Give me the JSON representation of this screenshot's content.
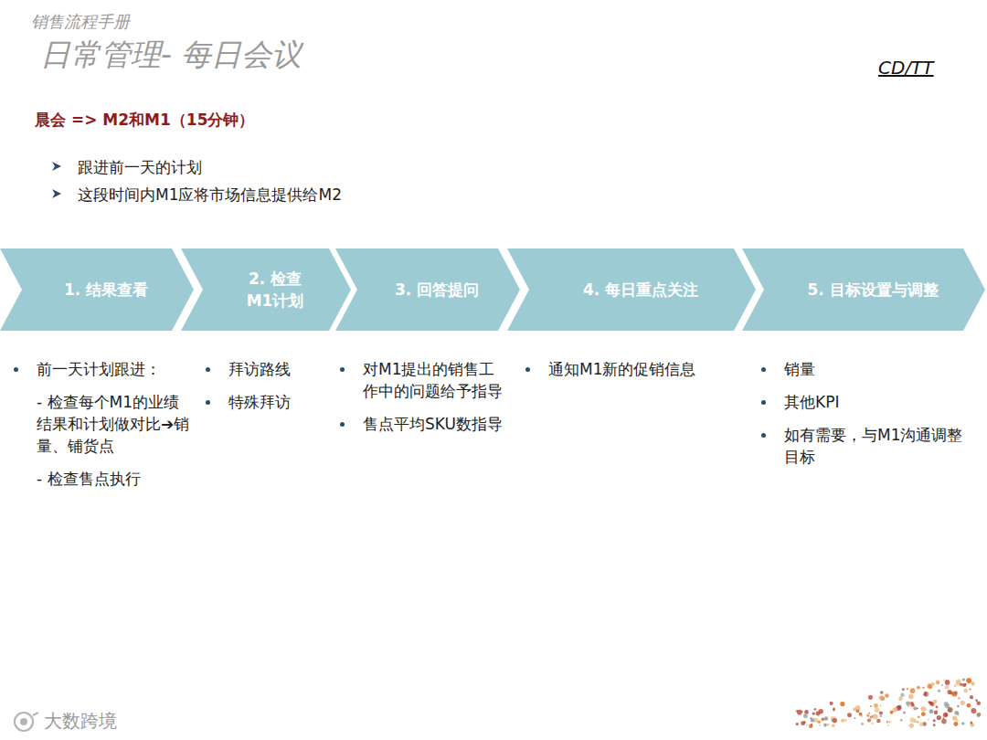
{
  "diagram": {
    "title": "日常管理- 每日会议",
    "nodes": [
      {
        "text": [
          "1. 结果查看"
        ]
      },
      {
        "text": [
          "2. 检查 M1计划"
        ]
      },
      {
        "text": [
          "3. 回答提问"
        ]
      },
      {
        "text": [
          "4. 每日重点关注"
        ]
      },
      {
        "text": [
          "5. 目标设置与调整"
        ]
      }
    ],
    "labels": [
      "CD/TT",
      "销售流程手册",
      "晨会 => M2和M1（15分钟）",
      "跟进前一天的计划",
      "这段时间内M1应将市场信息提供给M2",
      "前一天计划跟进：",
      "- 检查每个M1的业绩结果和计划做对比➔销量、铺货点",
      "- 检查售点执行",
      "拜访路线",
      "特殊拜访",
      "对M1提出的销售工作中的问题给予指导",
      "售点平均SKU数指导",
      "通知M1新的促销信息",
      "销量",
      "其他KPI",
      "如有需要，与M1沟通调整目标",
      "大数跨境"
    ]
  }
}
